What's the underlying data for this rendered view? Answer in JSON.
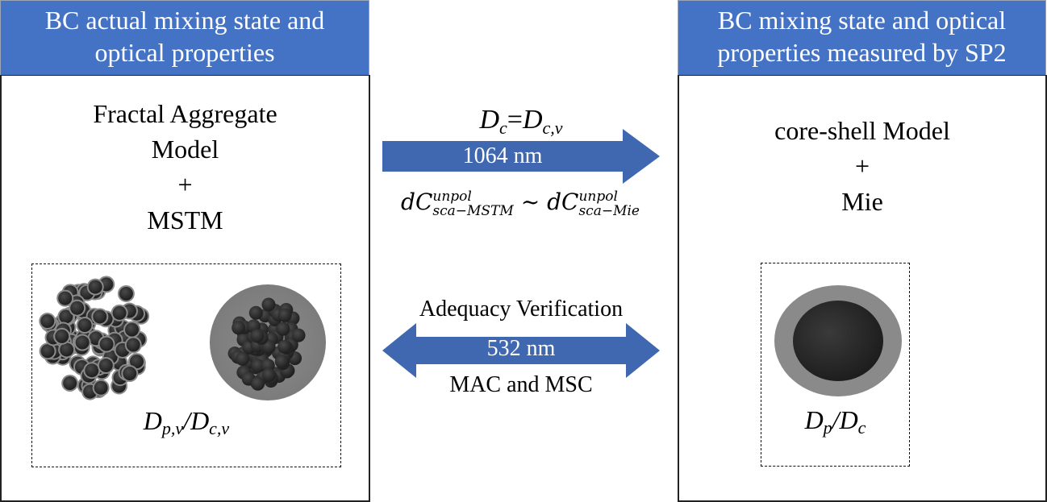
{
  "left_panel": {
    "header_lines": [
      "BC actual mixing state and",
      "optical properties"
    ],
    "model_lines": [
      "Fractal Aggregate",
      "Model",
      "+",
      "MSTM"
    ],
    "illustrations": [
      "fractal-aggregate-bare",
      "fractal-aggregate-coated"
    ],
    "ratio_label": {
      "base1": "D",
      "sub1": "p,v",
      "sep": "/",
      "base2": "D",
      "sub2": "c,v"
    }
  },
  "right_panel": {
    "header_lines": [
      "BC mixing state and optical",
      "properties measured by SP2"
    ],
    "model_lines": [
      "core-shell Model",
      "+",
      "Mie"
    ],
    "illustrations": [
      "core-shell-sphere"
    ],
    "ratio_label": {
      "base1": "D",
      "sub1": "p",
      "sep": "/",
      "base2": "D",
      "sub2": "c"
    }
  },
  "arrow_top": {
    "direction": "right",
    "above": {
      "base1": "D",
      "sub1": "c",
      "eq": "=",
      "base2": "D",
      "sub2": "c,v"
    },
    "inside": "1064 nm",
    "below": {
      "left_base": "dC",
      "left_sup": "unpol",
      "left_sub": "sca−MSTM",
      "relation": "~",
      "right_base": "dC",
      "right_sup": "unpol",
      "right_sub": "sca−Mie"
    }
  },
  "arrow_bottom": {
    "direction": "both",
    "above": "Adequacy Verification",
    "inside": "532 nm",
    "below": "MAC and MSC"
  },
  "colors": {
    "header_bg": "#4472c4",
    "arrow_fill": "#4068b0",
    "particle_dark": "#2a2a2a",
    "coating_gray": "#8a8a8a"
  }
}
